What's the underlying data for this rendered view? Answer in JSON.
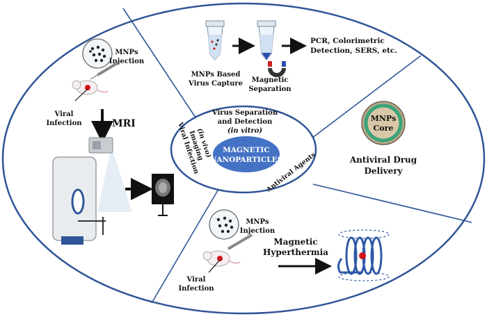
{
  "colors": {
    "ellipse_stroke": "#2f5597",
    "center_fill": "#4472c4",
    "arrow": "#111111",
    "core_green": "#3aa37a",
    "core_fill": "#d8c8a8",
    "coil": "#2f5aa8",
    "red_dot": "#d0141a"
  },
  "center": {
    "line1": "MAGNETIC",
    "line2": "NANOPARTICLES"
  },
  "inner_labels": {
    "top_line1": "Virus Separation",
    "top_line2": "and Detection",
    "top_line3": "(in vitro)",
    "left_line1": "Viral Infection",
    "left_line2": "Imaging",
    "left_line3": "(in vivo)",
    "right": "Antiviral Agents"
  },
  "detection": {
    "capture_line1": "MNPs Based",
    "capture_line2": "Virus Capture",
    "separation_line1": "Magnetic",
    "separation_line2": "Separation",
    "output_line1": "PCR, Colorimetric",
    "output_line2": "Detection, SERS, etc."
  },
  "imaging": {
    "inj_line1": "MNPs",
    "inj_line2": "Injection",
    "infect_line1": "Viral",
    "infect_line2": "Infection",
    "mri": "MRI"
  },
  "delivery": {
    "core_line1": "MNPs",
    "core_line2": "Core",
    "label_line1": "Antiviral Drug",
    "label_line2": "Delivery"
  },
  "hyperthermia": {
    "inj_line1": "MNPs",
    "inj_line2": "Injection",
    "infect_line1": "Viral",
    "infect_line2": "Infection",
    "label_line1": "Magnetic",
    "label_line2": "Hyperthermia"
  }
}
